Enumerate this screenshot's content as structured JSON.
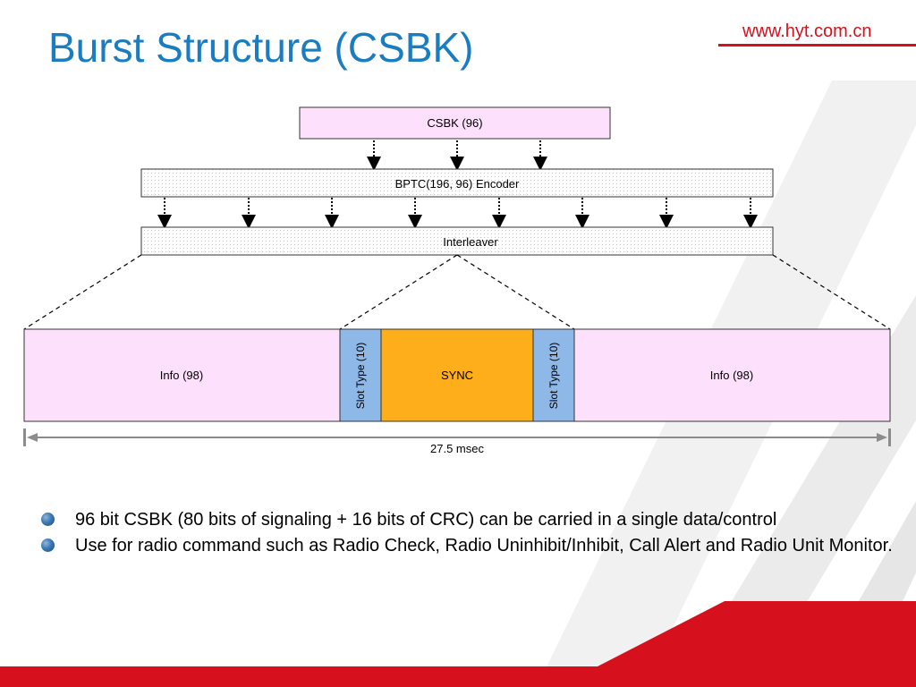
{
  "slide": {
    "title": "Burst Structure (CSBK)",
    "url": "www.hyt.com.cn"
  },
  "diagram": {
    "csbk_label": "CSBK (96)",
    "encoder_label": "BPTC(196, 96) Encoder",
    "interleaver_label": "Interleaver",
    "burst": {
      "info_left": "Info (98)",
      "slot_type_left": "Slot Type (10)",
      "sync": "SYNC",
      "slot_type_right": "Slot Type (10)",
      "info_right": "Info (98)"
    },
    "duration": "27.5 msec"
  },
  "bullets": [
    "96 bit CSBK (80 bits of signaling + 16 bits of CRC) can be carried in a single data/control",
    "Use for radio command such as Radio Check, Radio Uninhibit/Inhibit,  Call Alert and Radio Unit Monitor."
  ],
  "colors": {
    "title": "#1a7cc1",
    "brand_red": "#d6101c",
    "info_fill": "#fde0fb",
    "slot_fill": "#8db8e8",
    "sync_fill": "#fdae1a"
  }
}
